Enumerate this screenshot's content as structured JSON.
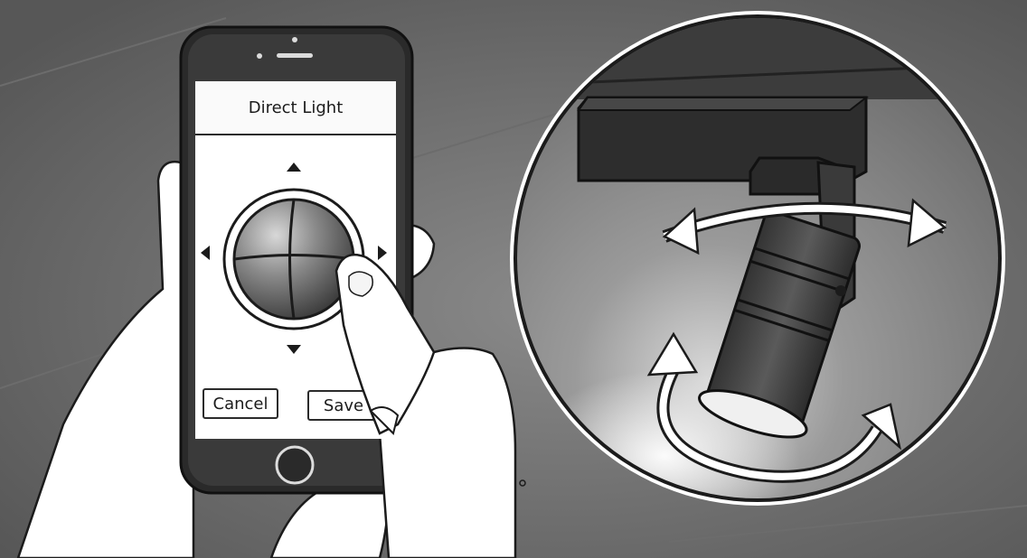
{
  "app": {
    "title": "Direct Light"
  },
  "buttons": {
    "cancel_label": "Cancel",
    "save_label": "Save"
  },
  "controls": {
    "up_icon": "triangle-up",
    "down_icon": "triangle-down",
    "left_icon": "triangle-left",
    "right_icon": "triangle-right",
    "joystick_icon": "sphere-joystick"
  },
  "colors": {
    "background": "#5e5e5e",
    "screen": "#ffffff",
    "outline": "#1b1b1b",
    "phone_body": "#2a2a2a"
  }
}
